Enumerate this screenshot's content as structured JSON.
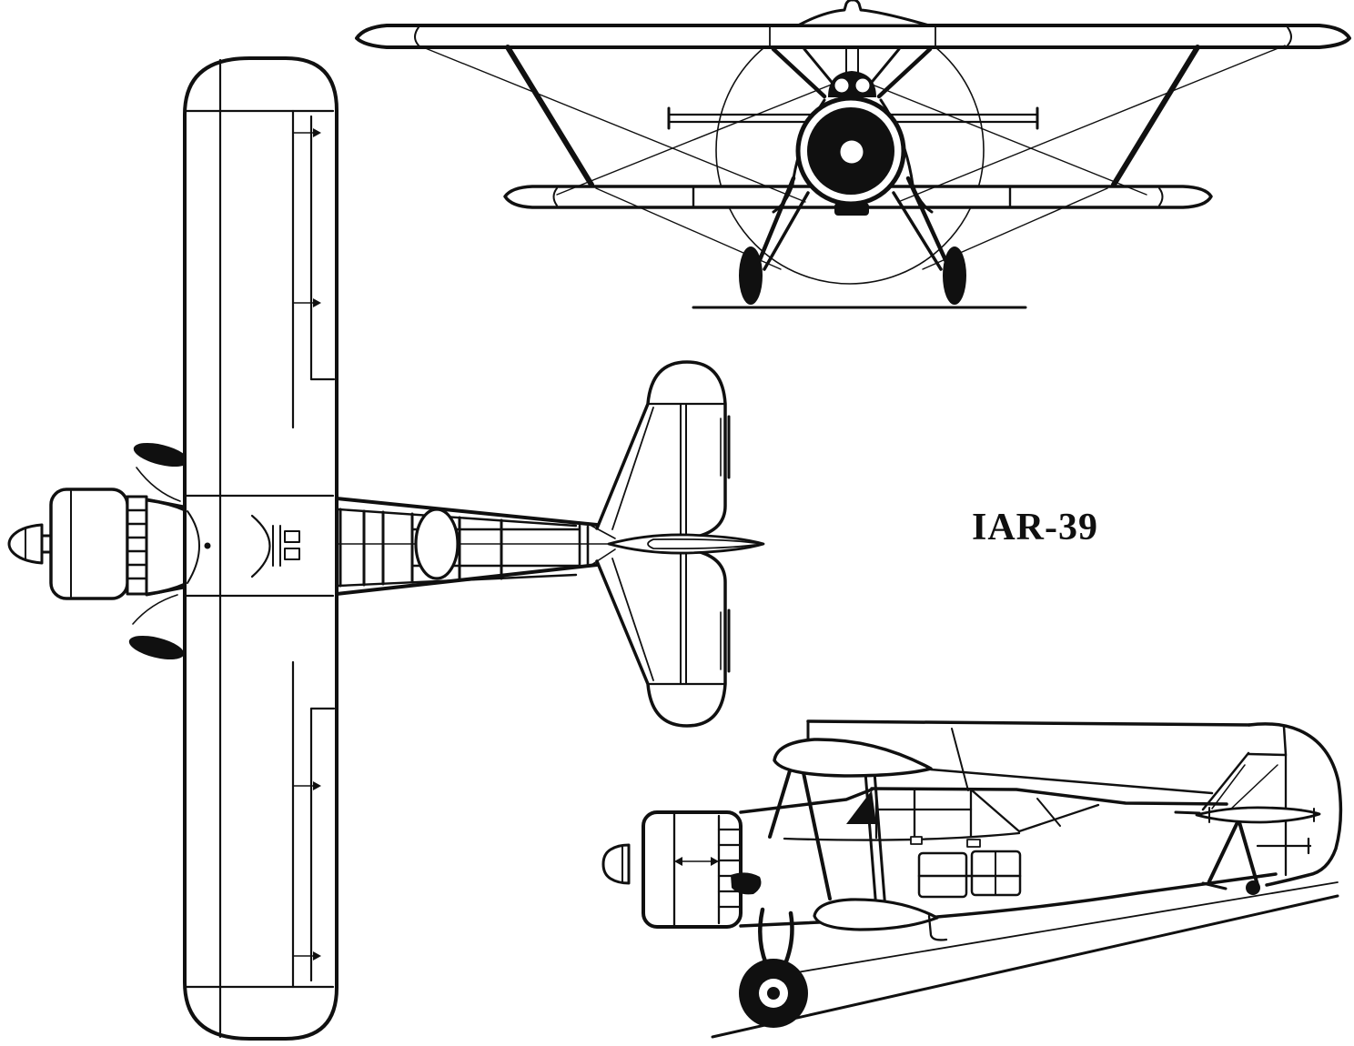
{
  "figure": {
    "designation_label": "IAR-39",
    "drawing_type": "three-view line drawing",
    "subject": "IAR-39 observation biplane",
    "colors": {
      "ink": "#101010",
      "paper": "#ffffff"
    },
    "views": [
      {
        "id": "top-view",
        "description": "plan view, nose pointing left"
      },
      {
        "id": "front-view",
        "description": "head-on front view"
      },
      {
        "id": "side-view",
        "description": "left side profile on ground"
      }
    ]
  }
}
